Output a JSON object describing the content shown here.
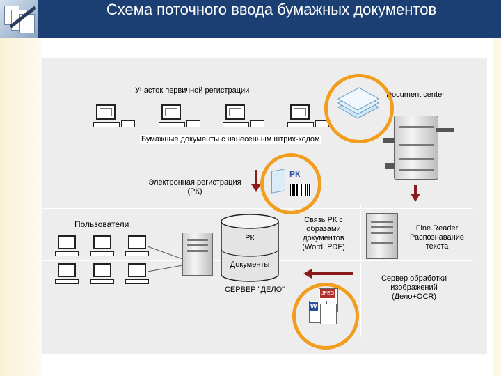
{
  "header": {
    "title": "Схема поточного ввода бумажных документов"
  },
  "diagram": {
    "registration_area": "Участок первичной регистрации",
    "paper_docs": "Бумажные документы с нанесенным штрих-кодом",
    "document_center": "Document center",
    "electronic_registration": "Электронная регистрация (РК)",
    "rk_tag": "РК",
    "users": "Пользователи",
    "db_rk": "РК",
    "db_docs": "Документы",
    "server_delo": "СЕРВЕР \"ДЕЛО\"",
    "link_text": "Связь РК с образами документов (Word, PDF)",
    "finereader": "Fine.Reader Распознавание текста",
    "image_server": "Сервер обработки изображений (Дело+OCR)",
    "jpeg_tag": "JPEG",
    "word_tag": "W"
  },
  "colors": {
    "header_bg": "#1c3f73",
    "ring": "#f29d1e",
    "arrow": "#8b1a1a",
    "rk_blue": "#2a4fa0"
  }
}
